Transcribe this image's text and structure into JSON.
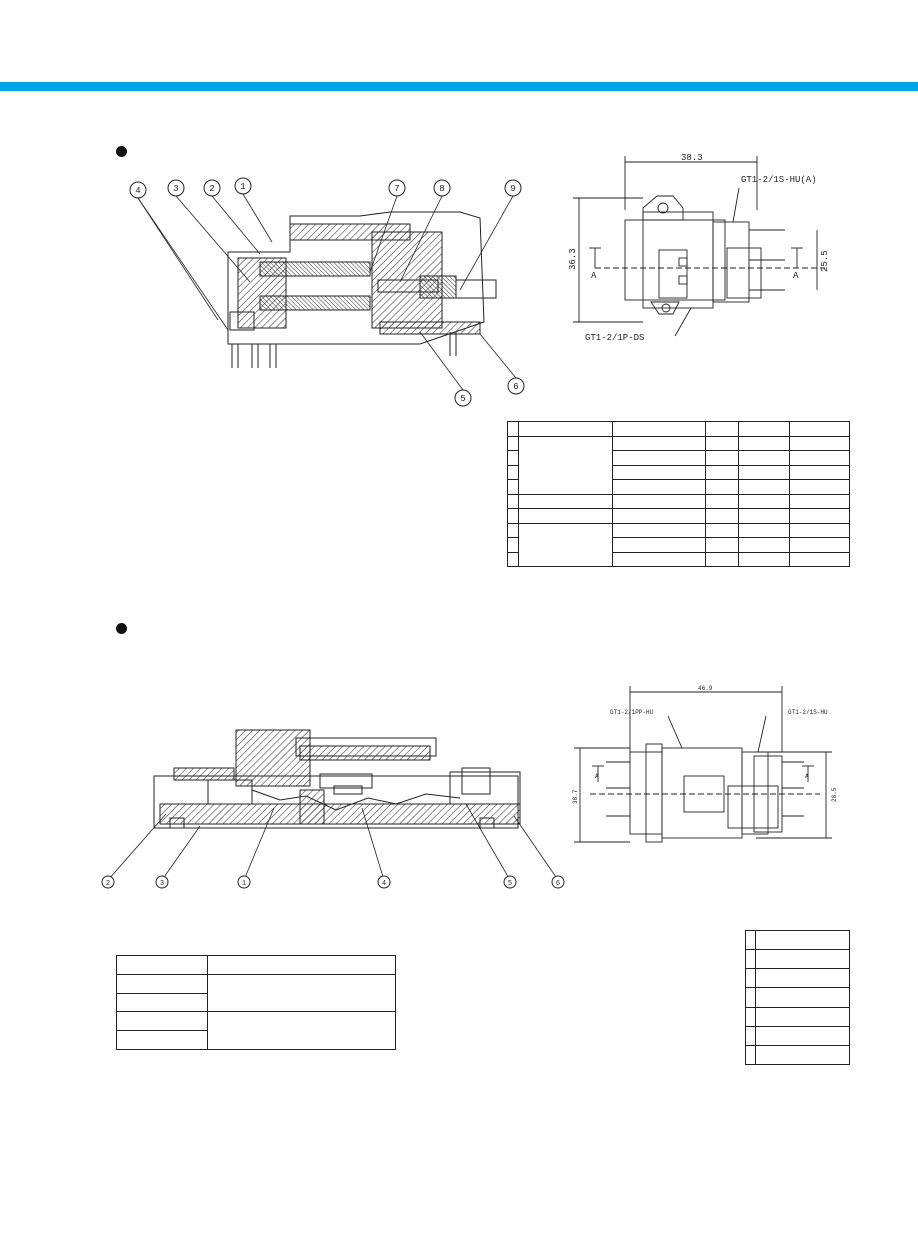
{
  "colors": {
    "accent_bar": "#00a6e6",
    "ink": "#1a1a1a",
    "hatch": "#333333"
  },
  "section1": {
    "bullet_icon": "filled-circle-icon",
    "callouts": [
      "4",
      "3",
      "2",
      "1",
      "7",
      "8",
      "9",
      "5",
      "6"
    ],
    "dims": {
      "width": "38.3",
      "height": "36.3",
      "inner": "25.5",
      "section_left": "A",
      "section_right": "A",
      "part_upper": "GT1-2/1S-HU(A)",
      "part_lower": "GT1-2/1P-DS"
    }
  },
  "section2": {
    "bullet_icon": "filled-circle-icon",
    "callouts": [
      "2",
      "3",
      "1",
      "4",
      "5",
      "6"
    ],
    "dims": {
      "width": "46.9",
      "height_left": "38.7",
      "height_right": "28.5",
      "section_left": "A",
      "section_right": "A",
      "part_left": "GT1-2/1PP-HU",
      "part_right": "GT1-2/1S-HU"
    }
  }
}
